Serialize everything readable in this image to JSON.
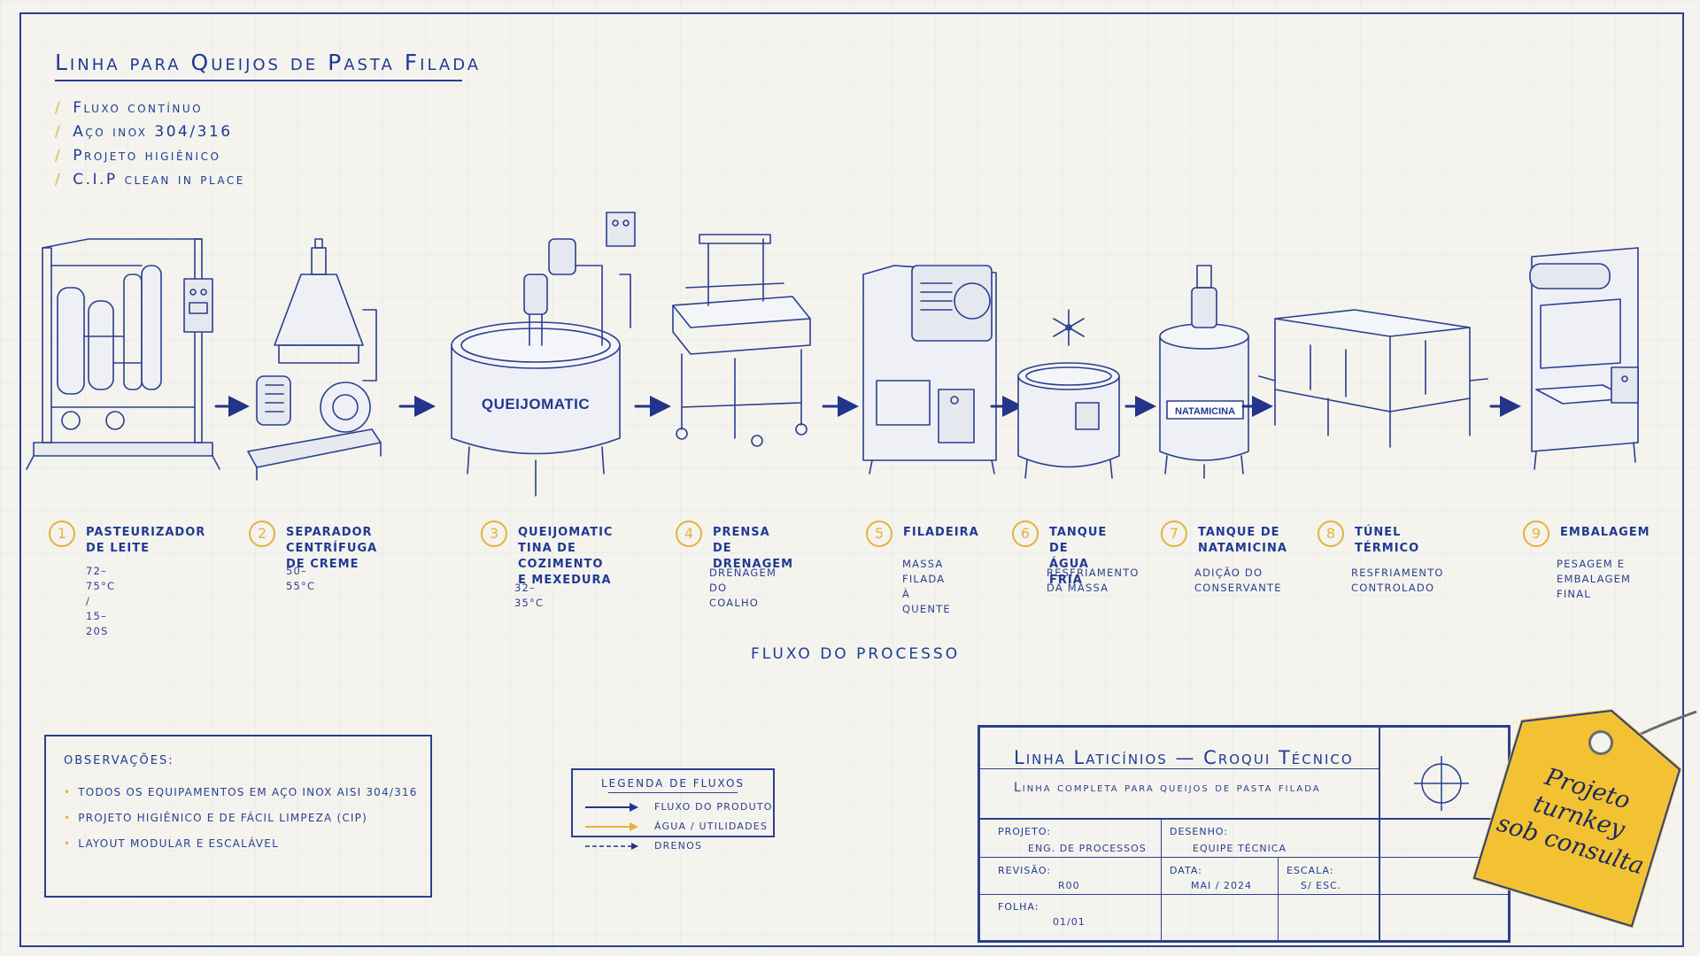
{
  "header": {
    "title": "Linha para Queijos de Pasta Filada",
    "features": [
      "Fluxo contínuo",
      "Aço inox 304/316",
      "Projeto higiênico",
      "C.I.P clean in place"
    ]
  },
  "equipment_labels": {
    "vat": "QUEIJOMATIC",
    "tank": "NATAMICINA"
  },
  "steps": [
    {
      "num": "1",
      "name": "Pasteurizador\nde leite",
      "desc": "72–75°C / 15–20s"
    },
    {
      "num": "2",
      "name": "Separador\ncentrífuga de creme",
      "desc": "50–55°C"
    },
    {
      "num": "3",
      "name": "Queijomatic\ntina de cozimento\ne mexedura",
      "desc": "32–35°C"
    },
    {
      "num": "4",
      "name": "Prensa de\ndrenagem",
      "desc": "Drenagem do coalho"
    },
    {
      "num": "5",
      "name": "Filadeira",
      "desc": "Massa filada\nà quente"
    },
    {
      "num": "6",
      "name": "Tanque de\nágua fria",
      "desc": "Resfriamento\nda massa"
    },
    {
      "num": "7",
      "name": "Tanque de\nnatamicina",
      "desc": "Adição do\nconservante"
    },
    {
      "num": "8",
      "name": "Túnel\ntérmico",
      "desc": "Resfriamento\ncontrolado"
    },
    {
      "num": "9",
      "name": "Embalagem",
      "desc": "Pesagem e\nembalagem final"
    }
  ],
  "flow_label": "Fluxo do processo",
  "observations": {
    "title": "Observações:",
    "items": [
      "Todos os equipamentos em aço inox AISI 304/316",
      "Projeto higiênico e de fácil limpeza (CIP)",
      "Layout modular e escalável"
    ]
  },
  "legend": {
    "title": "Legenda de fluxos",
    "items": [
      {
        "label": "Fluxo do produto",
        "style": "product"
      },
      {
        "label": "Água / utilidades",
        "style": "utility"
      },
      {
        "label": "Drenos",
        "style": "drain"
      }
    ]
  },
  "title_block": {
    "title": "Linha Laticínios — Croqui Técnico",
    "subtitle": "Linha completa para queijos de pasta filada",
    "projeto_label": "Projeto:",
    "projeto_value": "Eng. de Processos",
    "desenho_label": "Desenho:",
    "desenho_value": "Equipe Técnica",
    "revisao_label": "Revisão:",
    "revisao_value": "R00",
    "data_label": "Data:",
    "data_value": "MAI / 2024",
    "escala_label": "Escala:",
    "escala_value": "S/ ESC.",
    "folha_label": "Folha:",
    "folha_value": "01/01"
  },
  "tag": {
    "text": "Projeto\nturnkey\nsob consulta"
  },
  "colors": {
    "ink": "#1f3a93",
    "accent": "#e2b43a",
    "paper": "#f4f3ee",
    "tag": "#f2c232"
  }
}
